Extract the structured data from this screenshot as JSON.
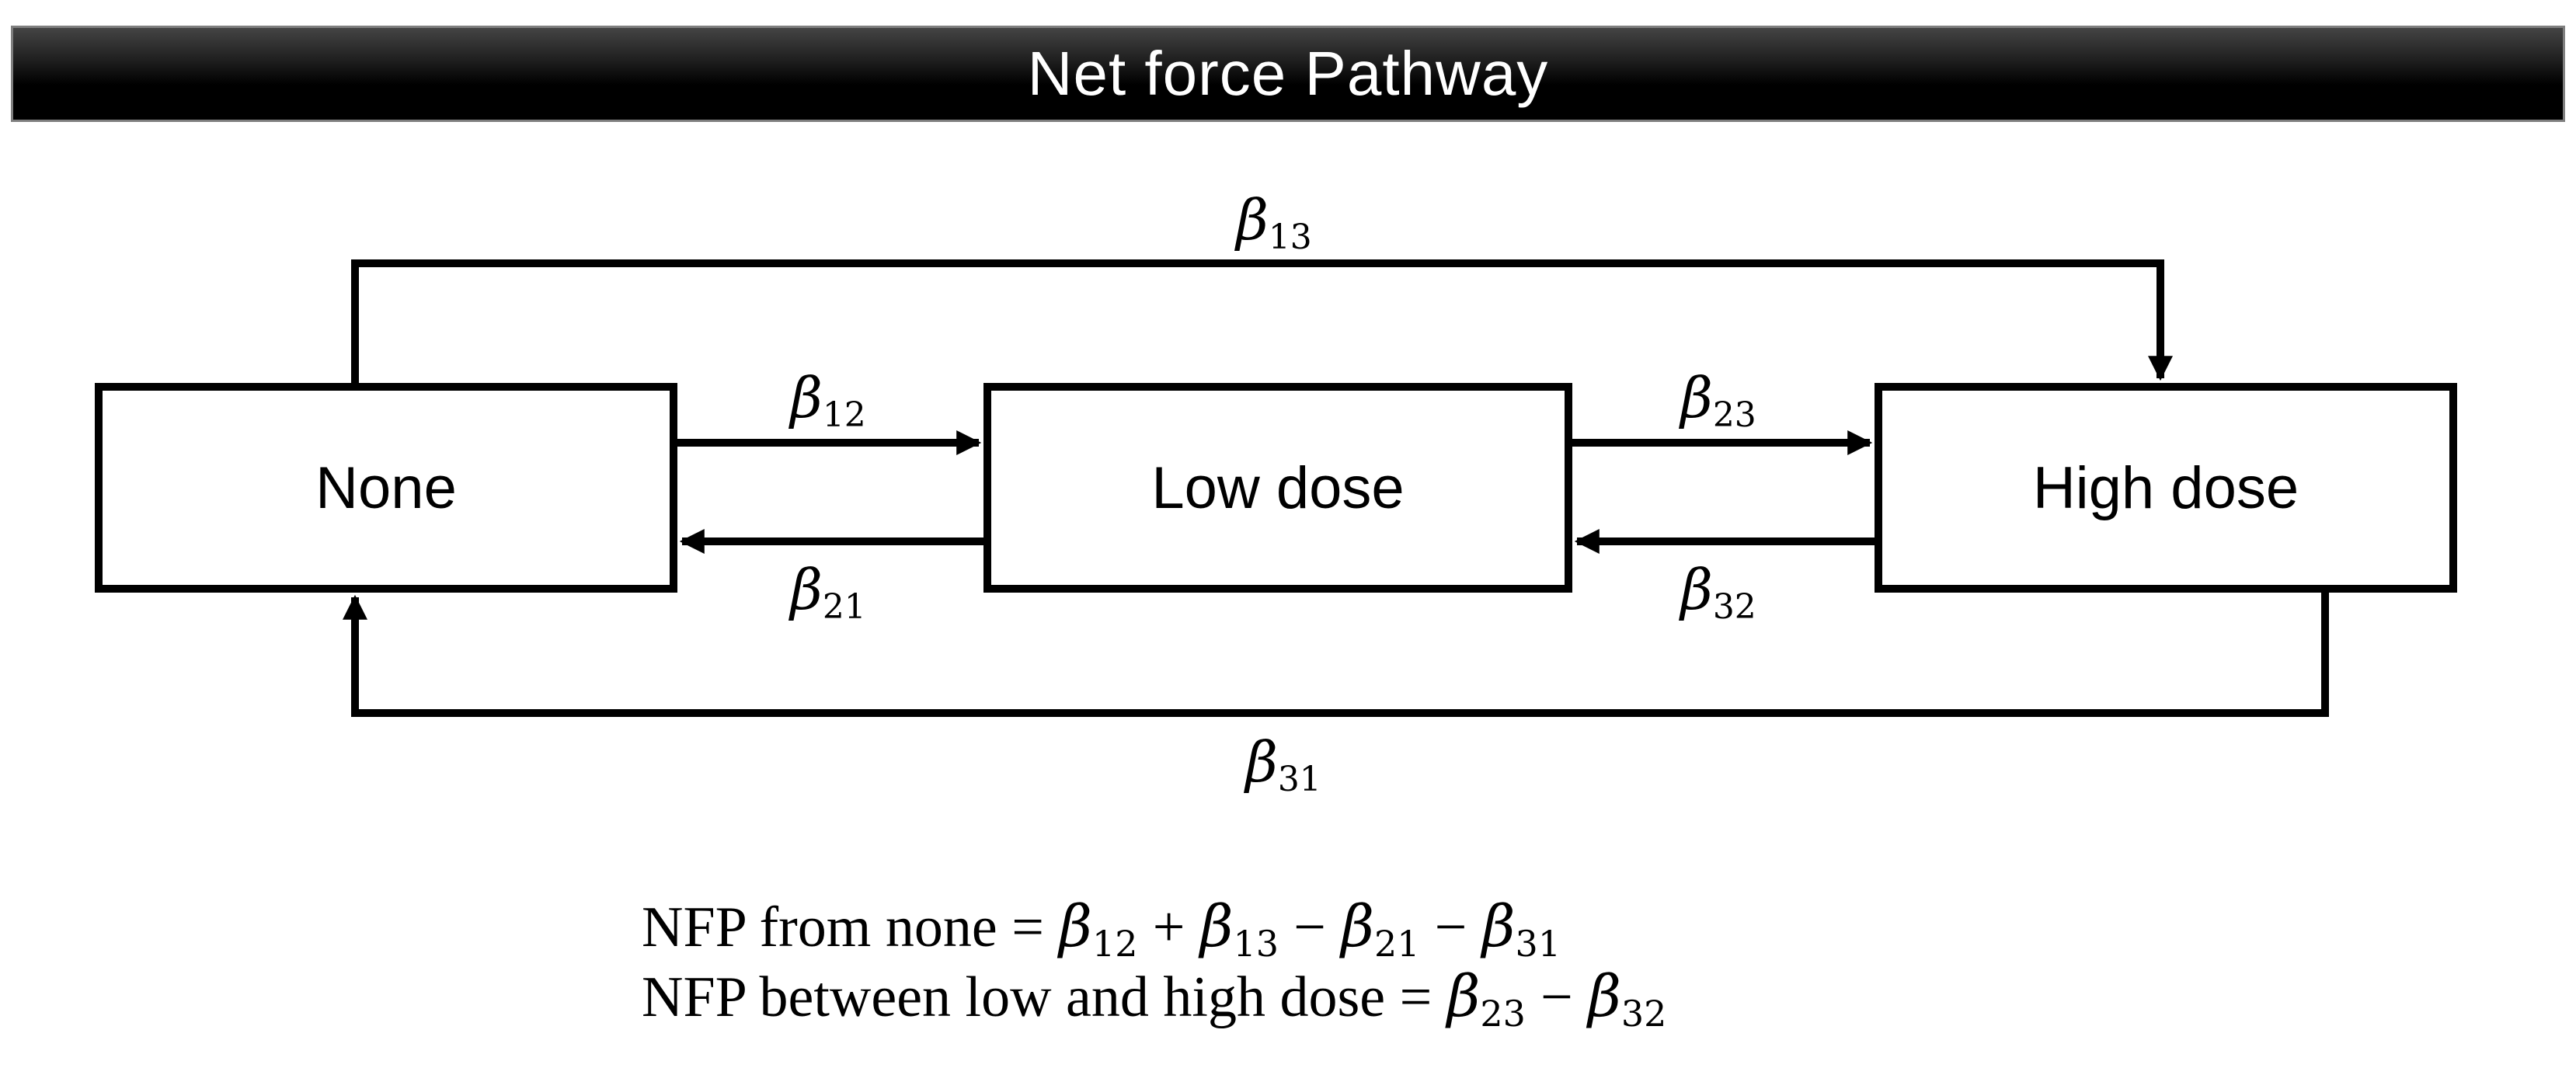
{
  "title": "Net force Pathway",
  "nodes": {
    "none": "None",
    "low": "Low dose",
    "high": "High dose"
  },
  "edges": {
    "b12": {
      "sym": "β",
      "sub": "12"
    },
    "b13": {
      "sym": "β",
      "sub": "13"
    },
    "b21": {
      "sym": "β",
      "sub": "21"
    },
    "b23": {
      "sym": "β",
      "sub": "23"
    },
    "b31": {
      "sym": "β",
      "sub": "31"
    },
    "b32": {
      "sym": "β",
      "sub": "32"
    }
  },
  "formulas": {
    "line1": {
      "prefix": "NFP from none =",
      "t1": {
        "sym": "β",
        "sub": "12"
      },
      "op1": "+",
      "t2": {
        "sym": "β",
        "sub": "13"
      },
      "op2": "−",
      "t3": {
        "sym": "β",
        "sub": "21"
      },
      "op3": "−",
      "t4": {
        "sym": "β",
        "sub": "31"
      }
    },
    "line2": {
      "prefix": "NFP between low and high dose =",
      "t1": {
        "sym": "β",
        "sub": "23"
      },
      "op1": "−",
      "t2": {
        "sym": "β",
        "sub": "32"
      }
    }
  },
  "colors": {
    "line": "#000000",
    "background": "#ffffff",
    "box_fill": "#ffffff",
    "title_text": "#ffffff",
    "title_bar_top": "#444444",
    "title_bar_bottom": "#000000",
    "title_bar_border": "#7f7f7f"
  }
}
